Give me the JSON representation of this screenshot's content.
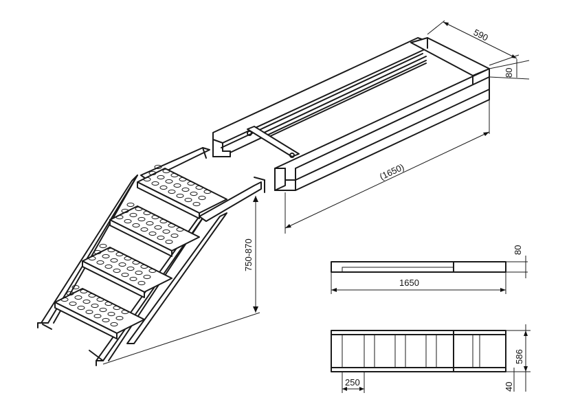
{
  "dimensions": {
    "beam_width": "590",
    "beam_height": "80",
    "beam_length_ref": "(1650)",
    "stair_height": "750-870",
    "side_height": "80",
    "side_length": "1650",
    "plan_width": "586",
    "plan_step": "250",
    "plan_flange": "40"
  }
}
